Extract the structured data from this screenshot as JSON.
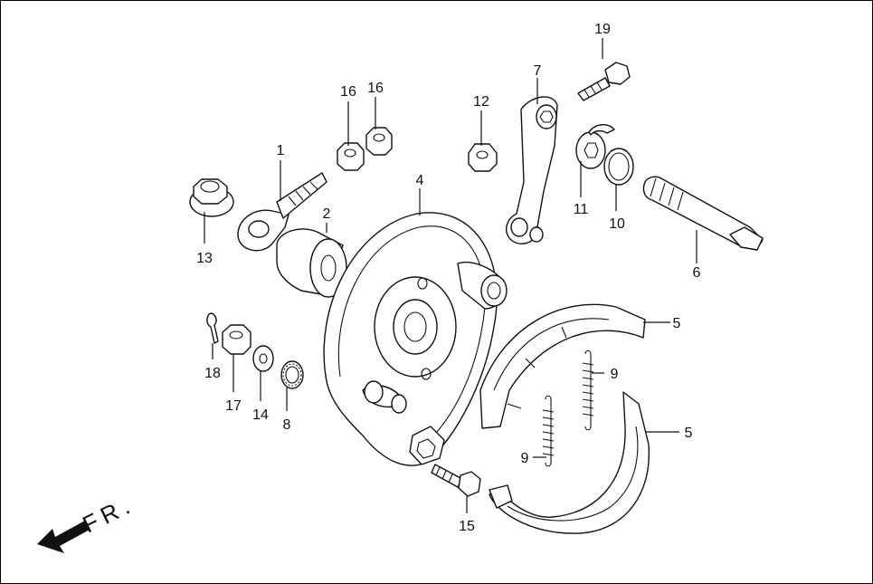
{
  "direction_label": "FR.",
  "callouts": {
    "c1": "1",
    "c2": "2",
    "c4": "4",
    "c5a": "5",
    "c5b": "5",
    "c6": "6",
    "c7": "7",
    "c8": "8",
    "c9a": "9",
    "c9b": "9",
    "c10": "10",
    "c11": "11",
    "c12": "12",
    "c13": "13",
    "c14": "14",
    "c15": "15",
    "c16a": "16",
    "c16b": "16",
    "c17": "17",
    "c18": "18",
    "c19": "19"
  }
}
